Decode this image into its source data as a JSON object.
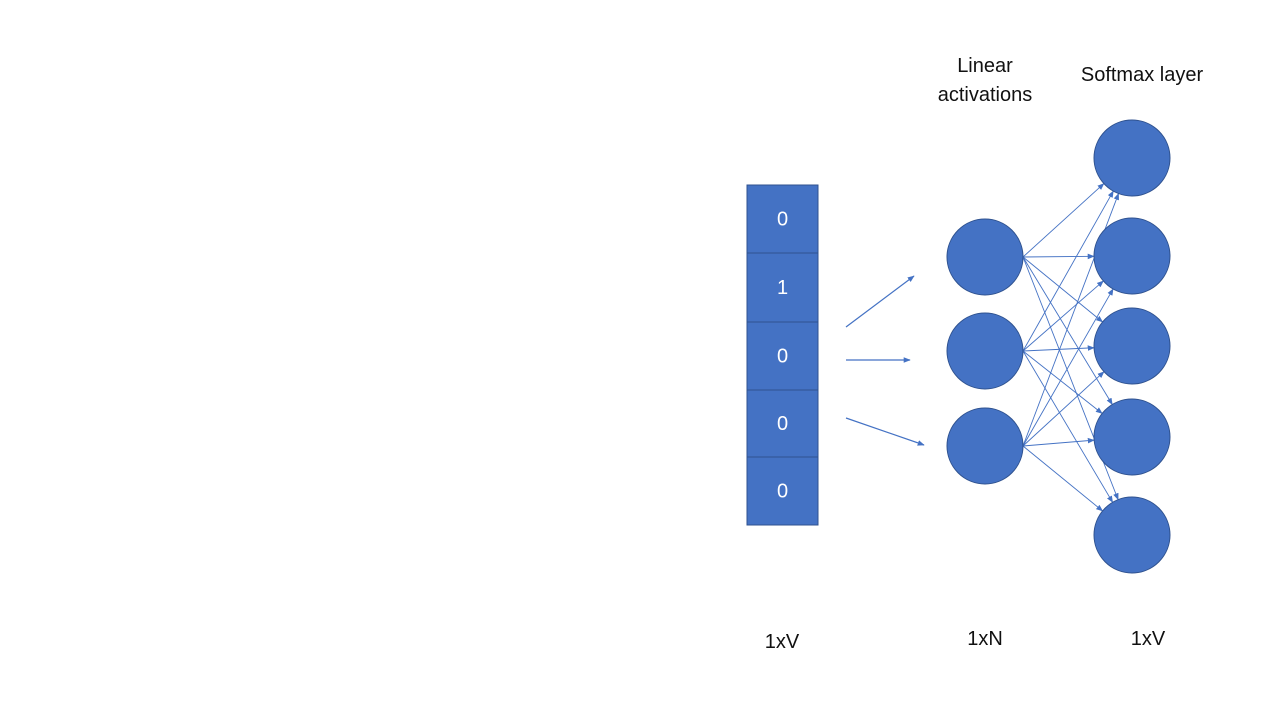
{
  "colors": {
    "fill": "#4472C4",
    "stroke": "#2F528F",
    "arrow": "#4472C4",
    "cell_text": "#FFFFFF",
    "label_text": "#111111",
    "background": "#FFFFFF"
  },
  "input_vector": {
    "cells": [
      "0",
      "1",
      "0",
      "0",
      "0"
    ],
    "dim_label": "1xV"
  },
  "hidden_layer": {
    "title_line1": "Linear",
    "title_line2": "activations",
    "node_count": 3,
    "dim_label": "1xN"
  },
  "output_layer": {
    "title": "Softmax layer",
    "node_count": 5,
    "dim_label": "1xV"
  },
  "connections": {
    "input_to_hidden_arrows": 3,
    "hidden_to_output": "fully-connected"
  }
}
